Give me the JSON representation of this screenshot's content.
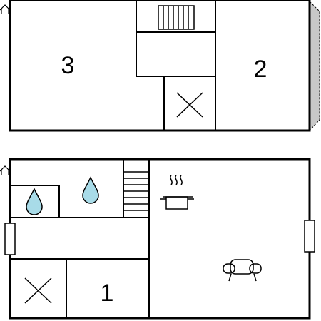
{
  "floor_plan": {
    "upper_floor": {
      "rooms": [
        {
          "label": "3"
        },
        {
          "label": "2"
        }
      ]
    },
    "lower_floor": {
      "rooms": [
        {
          "label": "1"
        }
      ]
    }
  },
  "icons": [
    "staircase-icon",
    "void-cross-icon",
    "balcony-icon",
    "door-icon",
    "water-drop-icon",
    "cooking-pot-icon",
    "armchair-icon",
    "window-icon"
  ],
  "colors": {
    "wall": "#000000",
    "balcony_fill": "#c8c8c8",
    "water_drop_fill": "#a8dbe8",
    "background": "#ffffff"
  }
}
